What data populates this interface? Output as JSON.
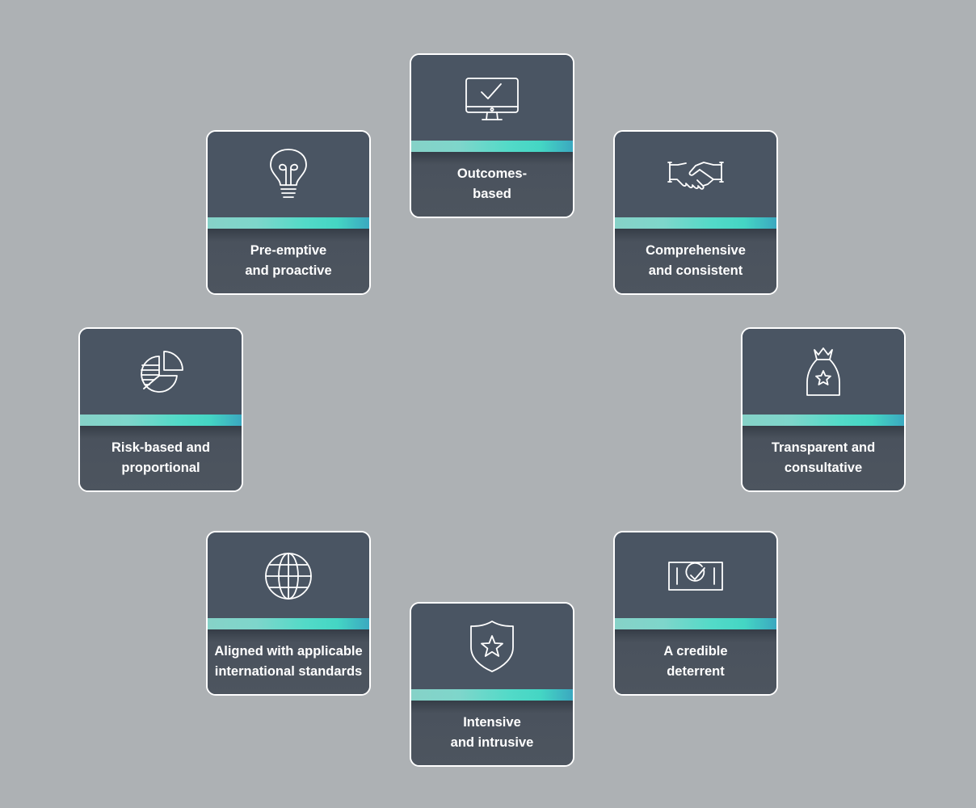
{
  "cards": [
    {
      "id": "outcomes-based",
      "label": "Outcomes-\nbased",
      "icon": "monitor-check-icon"
    },
    {
      "id": "pre-emptive",
      "label": "Pre-emptive\nand proactive",
      "icon": "lightbulb-icon"
    },
    {
      "id": "comprehensive",
      "label": "Comprehensive\nand consistent",
      "icon": "handshake-icon"
    },
    {
      "id": "risk-based",
      "label": "Risk-based and\nproportional",
      "icon": "pie-chart-icon"
    },
    {
      "id": "transparent",
      "label": "Transparent and\nconsultative",
      "icon": "money-bag-star-icon"
    },
    {
      "id": "aligned",
      "label": "Aligned with applicable\ninternational standards",
      "icon": "globe-icon"
    },
    {
      "id": "credible",
      "label": "A credible\ndeterrent",
      "icon": "ticket-check-icon"
    },
    {
      "id": "intensive",
      "label": "Intensive\nand intrusive",
      "icon": "shield-star-icon"
    }
  ],
  "colors": {
    "background": "#adb1b4",
    "card_top": "#4a5563",
    "card_bottom": "#4d555f",
    "accent": "#44d6c4",
    "border": "#ffffff"
  }
}
